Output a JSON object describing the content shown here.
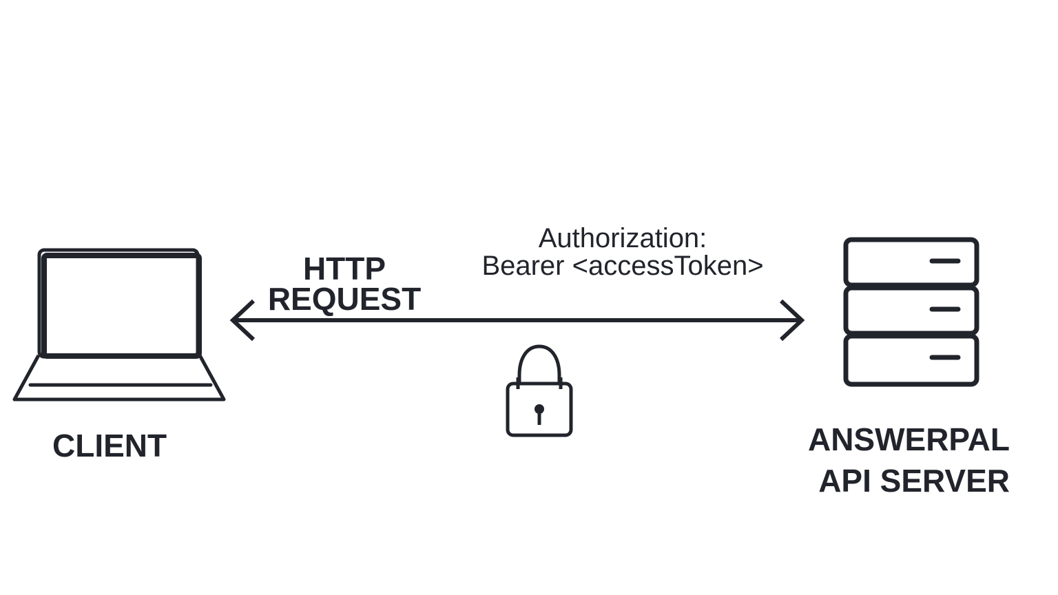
{
  "diagram": {
    "client": {
      "label": "CLIENT",
      "icon": "laptop-icon"
    },
    "request": {
      "line1": "HTTP",
      "line2": "REQUEST",
      "arrow": "bidirectional-arrow"
    },
    "auth": {
      "line1": "Authorization:",
      "line2": "Bearer <accessToken>",
      "icon": "lock-icon"
    },
    "server": {
      "line1": "ANSWERPAL",
      "line2": "API SERVER",
      "icon": "server-icon"
    },
    "colors": {
      "stroke": "#22242c",
      "background": "#ffffff"
    }
  }
}
